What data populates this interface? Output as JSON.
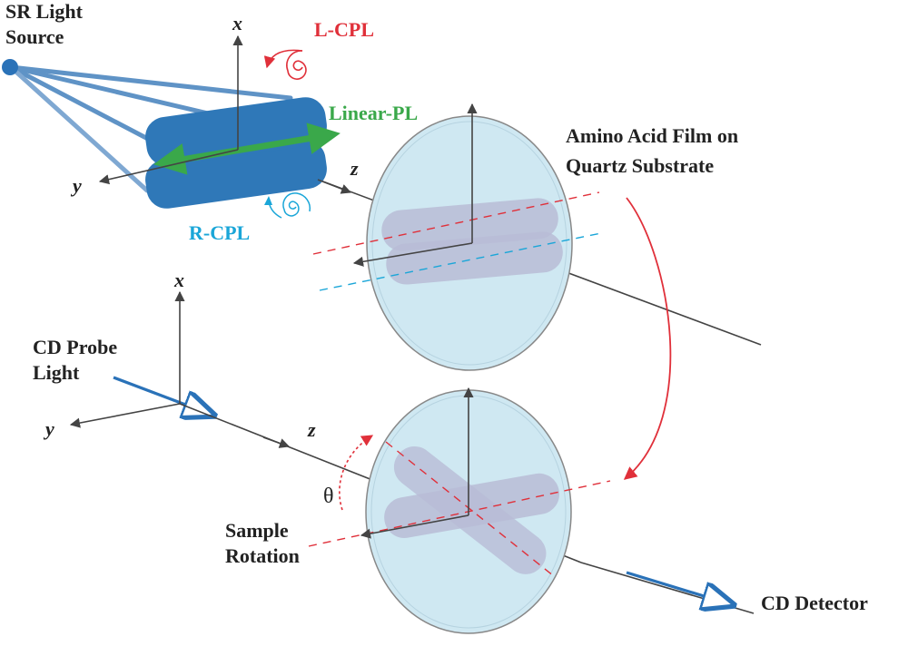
{
  "labels": {
    "sr_source_line1": "SR Light",
    "sr_source_line2": "Source",
    "lcpl": "L-CPL",
    "rcpl": "R-CPL",
    "linear_pl": "Linear-PL",
    "film_line1": "Amino Acid Film on",
    "film_line2": "Quartz Substrate",
    "cd_probe_line1": "CD Probe",
    "cd_probe_line2": "Light",
    "theta": "θ",
    "rotation_line1": "Sample",
    "rotation_line2": "Rotation",
    "cd_detector": "CD Detector"
  },
  "axes": {
    "top_x": "x",
    "top_y": "y",
    "top_z": "z",
    "bottom_x": "x",
    "bottom_y": "y",
    "bottom_z": "z"
  },
  "colors": {
    "lcpl": "#e0303a",
    "rcpl": "#1aa6d8",
    "linear": "#3aa84a",
    "beam": "#2a72b8",
    "undulator": "#2f78b8",
    "disc": "#cfe8f2",
    "film": "#b8bcd6",
    "axis": "#444444"
  }
}
